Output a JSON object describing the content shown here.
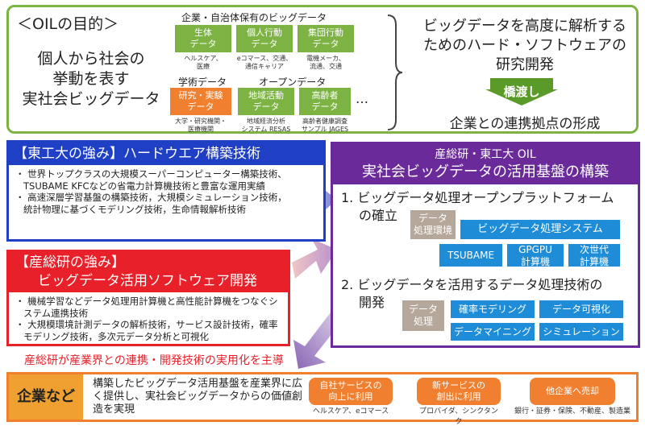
{
  "top": {
    "title": "＜OILの目的＞",
    "left_lines": [
      "個人から社会の",
      "挙動を表す",
      "実社会ビッグデータ"
    ],
    "corp_group_label": "企業・自治体保有のビッグデータ",
    "corp_items": [
      {
        "label_l1": "生体",
        "label_l2": "データ",
        "sub_l1": "ヘルスケア、",
        "sub_l2": "医療"
      },
      {
        "label_l1": "個人行動",
        "label_l2": "データ",
        "sub_l1": "eコマース、交通、",
        "sub_l2": "通信キャリア"
      },
      {
        "label_l1": "集団行動",
        "label_l2": "データ",
        "sub_l1": "電機メーカ、",
        "sub_l2": "流通、交通"
      }
    ],
    "academic_label": "学術データ",
    "academic_item": {
      "label_l1": "研究・実験",
      "label_l2": "データ",
      "sub_l1": "大学・研究機関・",
      "sub_l2": "医療機関"
    },
    "open_label": "オープンデータ",
    "open_items": [
      {
        "label_l1": "地域活動",
        "label_l2": "データ",
        "sub_l1": "地域経済分析",
        "sub_l2": "システム RESAS"
      },
      {
        "label_l1": "高齢者",
        "label_l2": "データ",
        "sub_l1": "高齢者健康調査",
        "sub_l2": "サンプル JAGES"
      }
    ],
    "ellipsis": "…",
    "right_lines": [
      "ビッグデータを高度に解析する",
      "ためのハード・ソフトウェアの",
      "研究開発"
    ],
    "bridge": "橋渡し",
    "collab": "企業との連携拠点の形成"
  },
  "tokodai": {
    "heading": "【東工大の強み】ハードウエア構築技術",
    "bullets": [
      "・ 世界トップクラスの大規模スーパーコンピューター構築技術、TSUBAME KFCなどの省電力計算機技術と豊富な運用実績",
      "・ 高速深層学習基盤の構築技術，大規模シミュレーション技術，統計物理に基づくモデリング技術，生命情報解析技術"
    ]
  },
  "aist": {
    "heading_l1": "【産総研の強み】",
    "heading_l2": "ビッグデータ活用ソフトウェア開発",
    "bullets": [
      "・ 機械学習などデータ処理用計算機と高性能計算機をつなぐシステム連携技術",
      "・ 大規模環境計測データの解析技術，サービス設計技術，確率モデリング技術，多次元データ分析と可視化"
    ]
  },
  "oil": {
    "head_l1": "産総研・東工大 OIL",
    "head_l2": "実社会ビッグデータの活用基盤の構築",
    "item1_l1": "1. ビッグデータ処理オープンプラットフォーム",
    "item1_l2": "の確立",
    "data_env_l1": "データ",
    "data_env_l2": "処理環境",
    "bd_system": "ビッグデータ処理システム",
    "tsubame": "TSUBAME",
    "gpgpu_l1": "GPGPU",
    "gpgpu_l2": "計算機",
    "next_l1": "次世代",
    "next_l2": "計算機",
    "item2_l1": "2. ビッグデータを活用するデータ処理技術の",
    "item2_l2": "開発",
    "data_proc_l1": "データ",
    "data_proc_l2": "処理",
    "techs": [
      "確率モデリング",
      "データ可視化",
      "データマイニング",
      "シミュレーション"
    ]
  },
  "aist_note": "産総研が産業界との連携・開発技術の実用化を主導",
  "bottom": {
    "label": "企業など",
    "text": "構築したビッグデータ活用基盤を産業界に広く提供し、実社会ビッグデータからの価値創造を実現",
    "pills": [
      {
        "label_l1": "自社サービスの",
        "label_l2": "向上に利用",
        "sub": "ヘルスケア、eコマース"
      },
      {
        "label_l1": "新サービスの",
        "label_l2": "創出に利用",
        "sub": "プロバイダ、シンクタンク"
      },
      {
        "label_l1": "他企業へ売却",
        "label_l2": "",
        "sub": "銀行・証券・保険、不動産、製造業"
      }
    ]
  },
  "colors": {
    "green": "#7cb342",
    "blue": "#1f3fc4",
    "red": "#e8202a",
    "purple": "#6a2a9a",
    "orange": "#f08030"
  }
}
